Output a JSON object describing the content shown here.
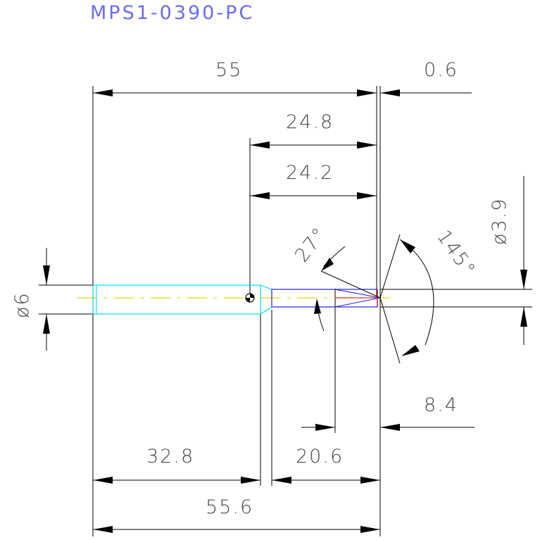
{
  "title": "MPS1-0390-PC",
  "dimensions": {
    "overall_top": "55",
    "gap_top": "0.6",
    "shoulder_upper": "24.8",
    "shoulder_lower": "24.2",
    "tip_diameter": "ø3.9",
    "shank_diameter": "ø6",
    "angle_small": "27°",
    "angle_tip": "145°",
    "tip_offset": "8.4",
    "shank_length": "32.8",
    "tip_length": "20.6",
    "overall_bottom": "55.6"
  },
  "colors": {
    "title": "#6b6bf0",
    "shank_outline": "#00d8f0",
    "centerline": "#e8d800",
    "tip_outline": "#2020e0",
    "tip_red": "#e00000"
  }
}
